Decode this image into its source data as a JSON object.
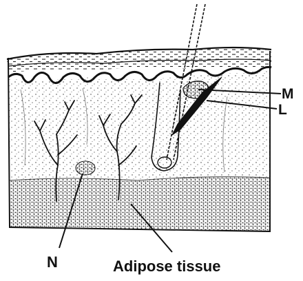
{
  "diagram": {
    "labels": {
      "m": "M",
      "l": "L",
      "n": "N",
      "adipose": "Adipose tissue"
    }
  },
  "colors": {
    "ink": "#111111",
    "paper": "#ffffff"
  }
}
